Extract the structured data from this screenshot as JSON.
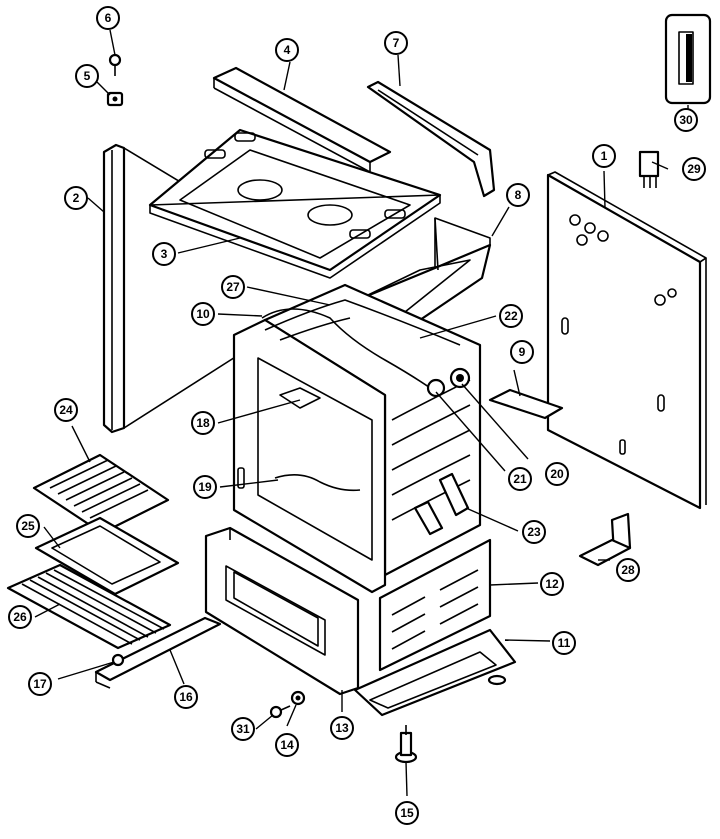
{
  "callouts": [
    {
      "label": "1"
    },
    {
      "label": "2"
    },
    {
      "label": "3"
    },
    {
      "label": "4"
    },
    {
      "label": "5"
    },
    {
      "label": "6"
    },
    {
      "label": "7"
    },
    {
      "label": "8"
    },
    {
      "label": "9"
    },
    {
      "label": "10"
    },
    {
      "label": "11"
    },
    {
      "label": "12"
    },
    {
      "label": "13"
    },
    {
      "label": "14"
    },
    {
      "label": "15"
    },
    {
      "label": "16"
    },
    {
      "label": "17"
    },
    {
      "label": "18"
    },
    {
      "label": "19"
    },
    {
      "label": "20"
    },
    {
      "label": "21"
    },
    {
      "label": "22"
    },
    {
      "label": "23"
    },
    {
      "label": "24"
    },
    {
      "label": "25"
    },
    {
      "label": "26"
    },
    {
      "label": "27"
    },
    {
      "label": "28"
    },
    {
      "label": "29"
    },
    {
      "label": "30"
    },
    {
      "label": "31"
    }
  ]
}
